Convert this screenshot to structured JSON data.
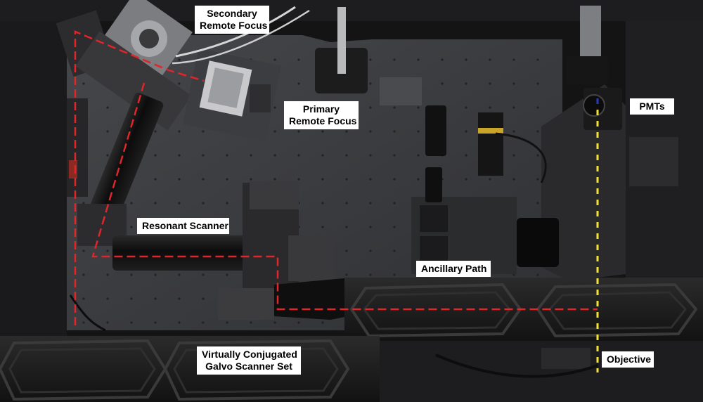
{
  "labels": {
    "secondary_remote_focus": [
      "Secondary",
      "Remote Focus"
    ],
    "primary_remote_focus": [
      "Primary",
      "Remote Focus"
    ],
    "pmts": "PMTs",
    "resonant_scanner": "Resonant Scanner",
    "ancillary_path": "Ancillary Path",
    "galvo_scanner_set": [
      "Virtually Conjugated",
      "Galvo Scanner Set"
    ],
    "objective": "Objective"
  },
  "colors": {
    "background": "#141414",
    "breadboard": "#3a3b3e",
    "label_bg": "#ffffff",
    "label_text": "#000000",
    "beam_path_red": "#e0252b",
    "beam_path_yellow": "#f2e33a",
    "beam_path_blue": "#2b3bb8"
  }
}
